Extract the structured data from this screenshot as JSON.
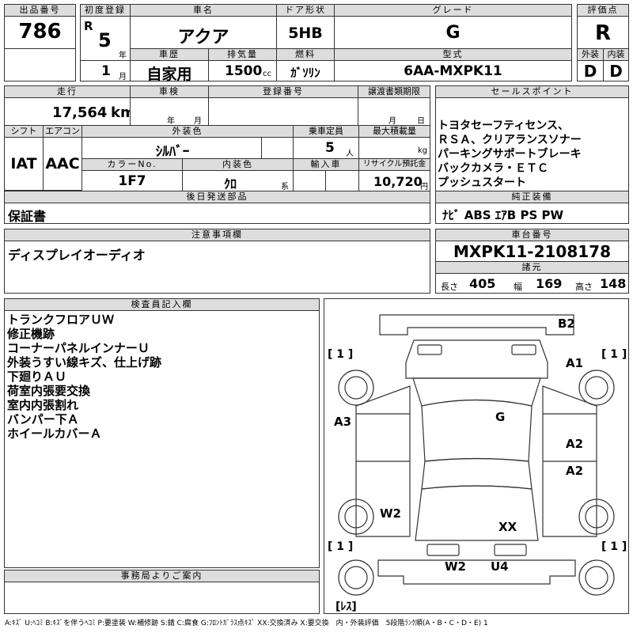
{
  "header": {
    "lot_no_label": "出品番号",
    "lot_no": "786",
    "first_reg_label": "初度登録",
    "era": "R",
    "year": "5",
    "year_unit": "年",
    "month": "1",
    "month_unit": "月",
    "car_name_label": "車名",
    "car_name": "アクア",
    "door_label": "ドア形状",
    "door": "5HB",
    "grade_label": "グレード",
    "grade": "G",
    "score_label": "評価点",
    "score": "R",
    "history_label": "車歴",
    "history": "自家用",
    "displacement_label": "排気量",
    "displacement": "1500",
    "displacement_unit": "cc",
    "fuel_label": "燃料",
    "fuel": "ｶﾞｿﾘﾝ",
    "model_label": "型式",
    "model": "6AA-MXPK11",
    "exterior_label": "外装",
    "exterior": "D",
    "interior_label": "内装",
    "interior": "D"
  },
  "row2": {
    "mileage_label": "走行",
    "mileage": "17,564",
    "mileage_unit": "km",
    "inspection_label": "車検",
    "inspection_year_unit": "年",
    "inspection_month_unit": "月",
    "reg_no_label": "登録番号",
    "transfer_label": "譲渡書類期限",
    "transfer_month_unit": "月",
    "transfer_day_unit": "日",
    "shift_label": "シフト",
    "shift": "IAT",
    "ac_label": "エアコン",
    "ac": "AAC",
    "color_label": "外装色",
    "color": "ｼﾙﾊﾞｰ",
    "capacity_label": "乗車定員",
    "capacity": "5",
    "capacity_unit": "人",
    "load_label": "最大積載量",
    "load_unit": "kg",
    "color_no_label": "カラーNo.",
    "color_no": "1F7",
    "interior_color_label": "内装色",
    "interior_color": "ｸﾛ",
    "interior_color_unit": "系",
    "import_label": "輸入車",
    "recycle_label": "リサイクル預託金",
    "recycle": "10,720",
    "recycle_unit": "円"
  },
  "sales_point": {
    "label": "セールスポイント",
    "items": [
      "トヨタセーフティセンス、",
      "ＲＳＡ、クリアランスソナー",
      "パーキングサポートブレーキ",
      "バックカメラ・ＥＴＣ",
      "プッシュスタート"
    ]
  },
  "later_parts": {
    "label": "後日発送部品",
    "value": "保証書"
  },
  "genuine": {
    "label": "純正装備",
    "value": "ﾅﾋﾞ ABS ｴｱB PS PW"
  },
  "notes": {
    "label": "注意事項欄",
    "value": "ディスプレイオーディオ"
  },
  "chassis": {
    "label": "車台番号",
    "value": "MXPK11-2108178",
    "specs_label": "諸元",
    "length_label": "長さ",
    "length": "405",
    "width_label": "幅",
    "width": "169",
    "height_label": "高さ",
    "height": "148"
  },
  "inspector": {
    "label": "検査員記入欄",
    "items": [
      "トランクフロアＵＷ",
      "修正機跡",
      "コーナーパネルインナーＵ",
      "外装うすい線キズ、仕上げ跡",
      "下廻りＡＵ",
      "荷室内張要交換",
      "室内内張割れ",
      "バンパー下Ａ",
      "ホイールカバーＡ"
    ]
  },
  "office": {
    "label": "事務局よりご案内"
  },
  "diagram": {
    "marks": {
      "b2": "B2",
      "a1": "A1",
      "a3": "A3",
      "g": "G",
      "a2_upper": "A2",
      "a2_lower": "A2",
      "w2_left": "W2",
      "xx": "XX",
      "w2_bottom": "W2",
      "u4": "U4"
    },
    "tires": {
      "front_left": "[ 1 ]",
      "front_right": "[ 1 ]",
      "rear_left": "[ 1 ]",
      "rear_right": "[ 1 ]",
      "spare": "[ﾚｽ]"
    }
  },
  "legend": "A:ｷｽﾞ U:ﾍｺﾐ B:ｷｽﾞを伴うﾍｺﾐ P:要塗装 W:補修跡 S:錆 C:腐食 G:ﾌﾛﾝﾄｶﾞﾗｽ点ｷｽﾞ XX:交換済み X:要交換　内・外装評価　5段階ﾗﾝｸ順(A・B・C・D・E) 1"
}
